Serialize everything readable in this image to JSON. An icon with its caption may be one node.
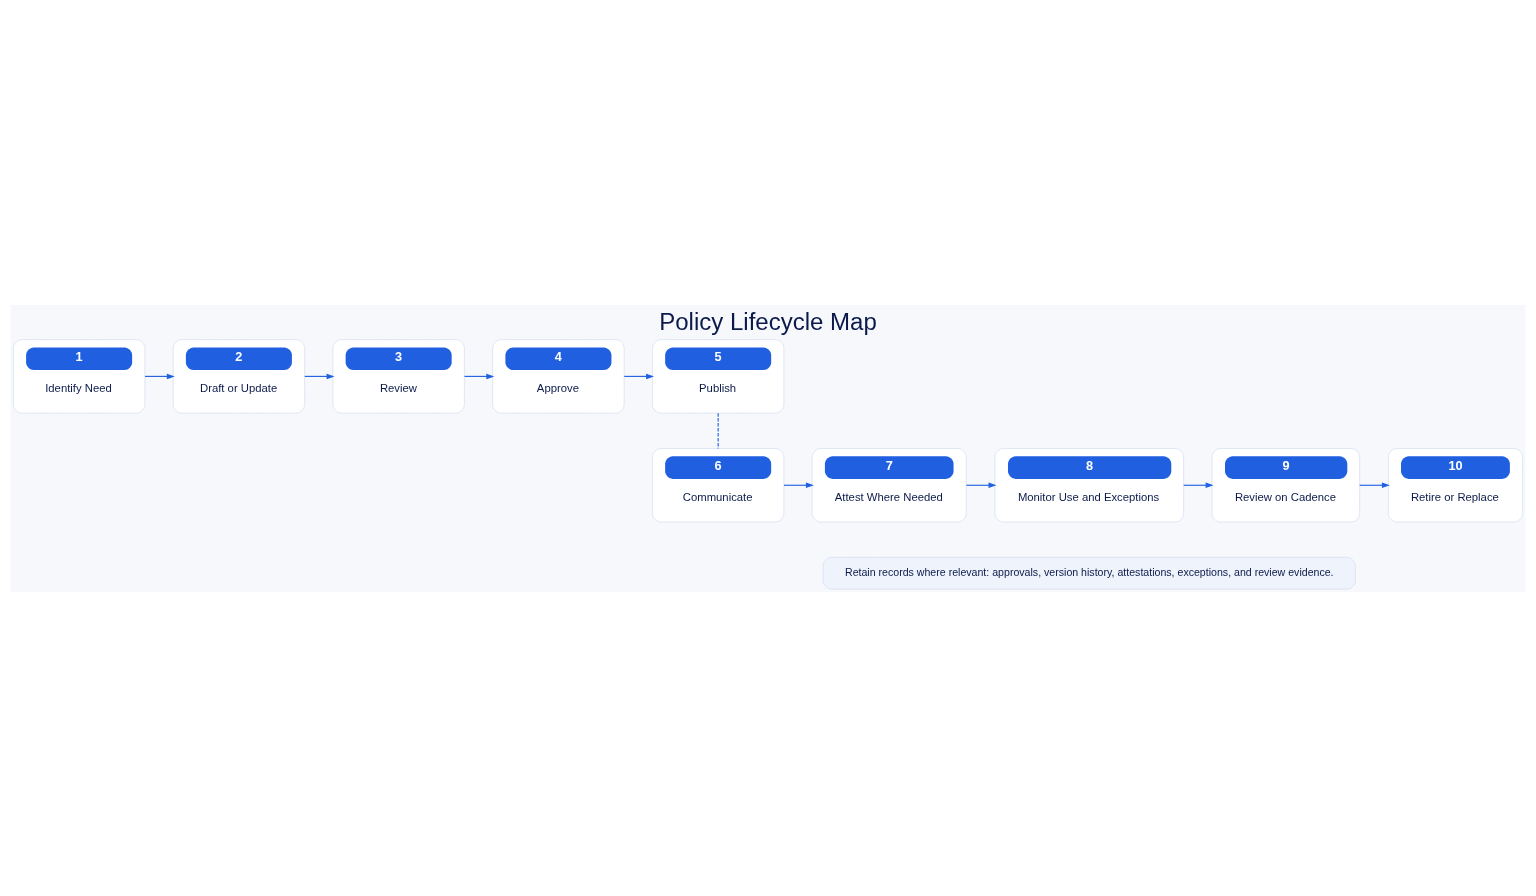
{
  "diagram": {
    "title": "Policy Lifecycle Map",
    "nodes": [
      {
        "text": [
          "1",
          "Identify Need"
        ]
      },
      {
        "text": [
          "2",
          "Draft or Update"
        ]
      },
      {
        "text": [
          "3",
          "Review"
        ]
      },
      {
        "text": [
          "4",
          "Approve"
        ]
      },
      {
        "text": [
          "5",
          "Publish"
        ]
      },
      {
        "text": [
          "6",
          "Communicate"
        ]
      },
      {
        "text": [
          "7",
          "Attest Where Needed"
        ]
      },
      {
        "text": [
          "8",
          "Monitor Use and Exceptions"
        ]
      },
      {
        "text": [
          "9",
          "Review on Cadence"
        ]
      },
      {
        "text": [
          "10",
          "Retire or Replace"
        ]
      },
      {
        "text": [
          "Retain records where relevant: approvals, version history, attestations, exceptions, and review evidence."
        ]
      }
    ],
    "edges": [
      {
        "from": 0,
        "to": 1,
        "arrow": "to"
      },
      {
        "from": 1,
        "to": 2,
        "arrow": "to"
      },
      {
        "from": 2,
        "to": 3,
        "arrow": "to"
      },
      {
        "from": 3,
        "to": 4,
        "arrow": "to"
      },
      {
        "from": 4,
        "to": 5,
        "arrow": "none",
        "style": "dashed"
      },
      {
        "from": 5,
        "to": 6,
        "arrow": "to"
      },
      {
        "from": 6,
        "to": 7,
        "arrow": "to"
      },
      {
        "from": 7,
        "to": 8,
        "arrow": "to"
      },
      {
        "from": 8,
        "to": 9,
        "arrow": "to"
      }
    ]
  }
}
